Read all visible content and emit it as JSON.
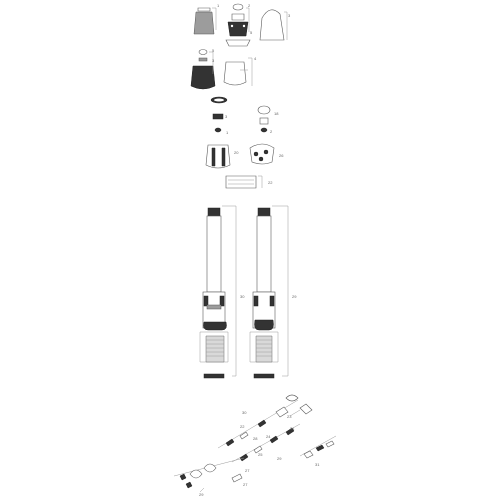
{
  "diagram": {
    "labels": {
      "n1": "1",
      "n2": "2",
      "n3": "3",
      "n4": "5",
      "n10": "5",
      "n11": "3",
      "n12": "4",
      "n13": "18",
      "n14": "3",
      "n15": "2",
      "n16": "1",
      "n17": "20",
      "n18": "26",
      "n19": "22",
      "n20": "30",
      "n21": "29",
      "n22": "30",
      "n23": "23",
      "n24": "21",
      "n25": "22",
      "n26": "28",
      "n27": "24",
      "n28": "29",
      "n29": "25",
      "n30": "27",
      "n31": "31",
      "n32": "27",
      "n33": "29"
    }
  }
}
